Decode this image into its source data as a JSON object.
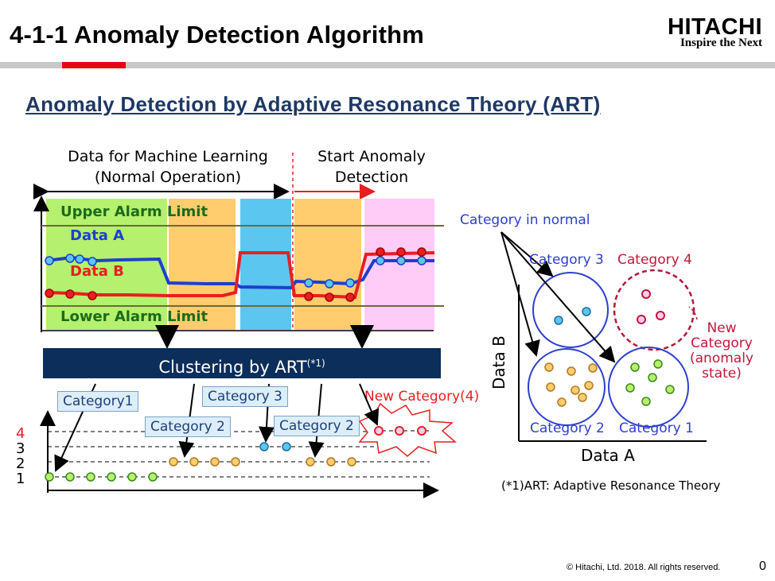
{
  "header": {
    "title": "4-1-1 Anomaly Detection Algorithm",
    "brand_name": "HITACHI",
    "brand_tagline": "Inspire the Next"
  },
  "subtitle": "Anomaly Detection by Adaptive Resonance Theory (ART)",
  "timeline": {
    "learning_label_1": "Data for Machine Learning",
    "learning_label_2": "(Normal Operation)",
    "detection_label_1": "Start Anomaly",
    "detection_label_2": "Detection",
    "upper_limit": "Upper Alarm Limit",
    "lower_limit": "Lower Alarm Limit",
    "series_a": "Data A",
    "series_b": "Data B"
  },
  "clustering": {
    "bar_label": "Clustering by ART",
    "bar_footnote_mark": "(*1)"
  },
  "category_sequence": {
    "callouts": [
      "Category1",
      "Category 2",
      "Category 3",
      "Category 2"
    ],
    "new_category": "New Category(4)",
    "y_ticks": [
      "4",
      "3",
      "2",
      "1"
    ]
  },
  "category_map": {
    "normal_label": "Category in normal",
    "c1": "Category 1",
    "c2": "Category 2",
    "c3": "Category 3",
    "c4": "Category 4",
    "new_cat_1": "New",
    "new_cat_2": "Category",
    "new_cat_3": "(anomaly",
    "new_cat_4": "state)",
    "x_label": "Data A",
    "y_label": "Data B"
  },
  "footnote": "(*1)ART: Adaptive Resonance Theory",
  "footer": {
    "copyright": "© Hitachi, Ltd. 2018. All rights reserved.",
    "page": "0"
  },
  "colors": {
    "green": "#b5f06e",
    "orange": "#ffcc6e",
    "blue": "#5bc6f0",
    "pink": "#ffccf7",
    "data_a": "#1f3fcc",
    "data_b": "#e62020",
    "bar": "#0b2e5a"
  }
}
